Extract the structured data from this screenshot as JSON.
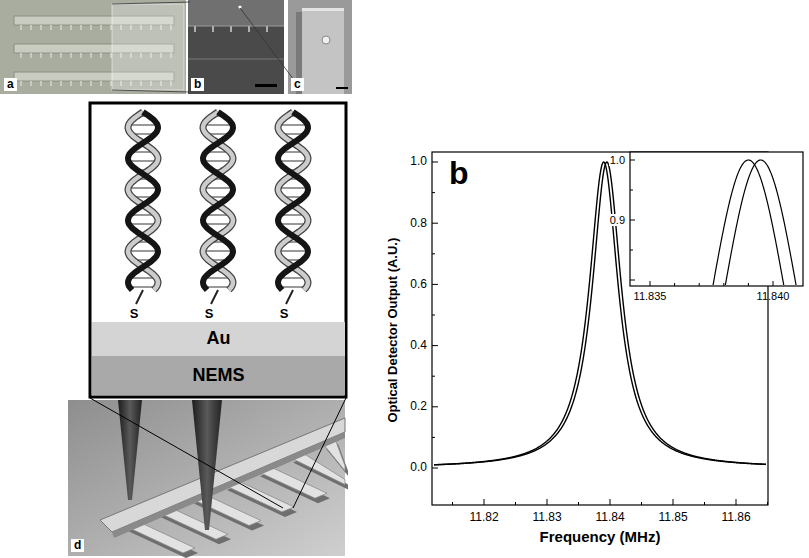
{
  "diagram": {
    "nodes": [
      {
        "text": [
          "Au"
        ]
      },
      {
        "text": [
          "NEMS"
        ]
      }
    ],
    "labels": [
      "a",
      "b",
      "c",
      "S",
      "S",
      "S",
      "d",
      "b",
      "1.0",
      "0.8",
      "0.6",
      "0.4",
      "0.2",
      "0.0",
      "11.82",
      "11.83",
      "11.84",
      "11.85",
      "11.86",
      "Optical Detector Output (A.U.)",
      "Frequency (MHz)",
      "1.0",
      "0.9",
      "11.835",
      "11.840"
    ]
  }
}
